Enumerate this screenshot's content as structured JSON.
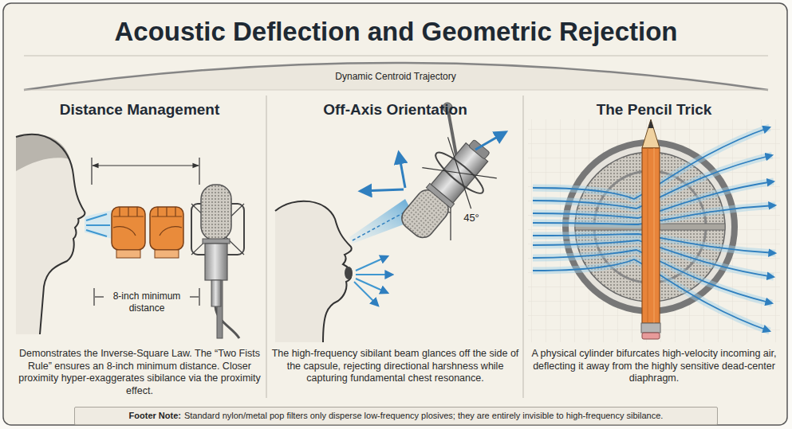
{
  "diagram": {
    "title": "Acoustic Deflection and Geometric Rejection",
    "nodes": [
      {
        "text": [
          "Distance Management",
          "Demonstrates the Inverse-Square Law. The “Two Fists Rule” ensures an 8-inch minimum distance. Closer proximity hyper-exaggerates sibilance via the proximity effect."
        ]
      },
      {
        "text": [
          "Off-Axis Orientation",
          "The high-frequency sibilant beam glances off the side of the capsule, rejecting directional harshness while capturing fundamental chest resonance."
        ]
      },
      {
        "text": [
          "The Pencil Trick",
          "A physical cylinder bifurcates high-velocity incoming air, deflecting it away from the highly sensitive dead-center diaphragm."
        ]
      },
      {
        "text": [
          "Footer Note:",
          "Standard nylon/metal pop filters only disperse low-frequency plosives; they are entirely invisible to high-frequency sibilance."
        ]
      }
    ],
    "labels": [
      "Dynamic Centroid Trajectory",
      "8-inch minimum distance",
      "45°"
    ]
  }
}
